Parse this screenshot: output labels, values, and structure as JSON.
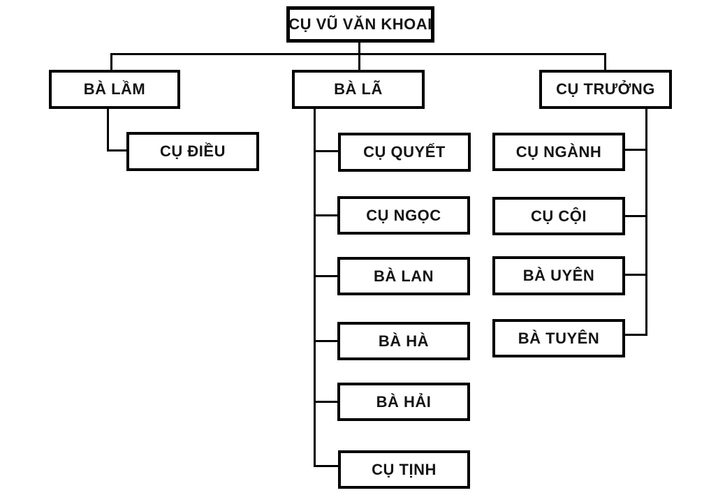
{
  "diagram": {
    "type": "family-tree",
    "colors": {
      "line": "#000000",
      "background": "#ffffff",
      "text": "#141414"
    },
    "root": {
      "label": "CỤ VŨ VĂN KHOAI"
    },
    "branches": [
      {
        "label": "BÀ LẦM",
        "children": [
          {
            "label": "CỤ ĐIỀU"
          }
        ]
      },
      {
        "label": "BÀ LÃ",
        "children": [
          {
            "label": "CỤ QUYẾT"
          },
          {
            "label": "CỤ NGỌC"
          },
          {
            "label": "BÀ LAN"
          },
          {
            "label": "BÀ HÀ"
          },
          {
            "label": "BÀ HẢI"
          },
          {
            "label": "CỤ TỊNH"
          }
        ]
      },
      {
        "label": "CỤ TRƯỞNG",
        "children": [
          {
            "label": "CỤ NGÀNH"
          },
          {
            "label": "CỤ CỘI"
          },
          {
            "label": "BÀ UYÊN"
          },
          {
            "label": "BÀ TUYÊN"
          }
        ]
      }
    ]
  }
}
